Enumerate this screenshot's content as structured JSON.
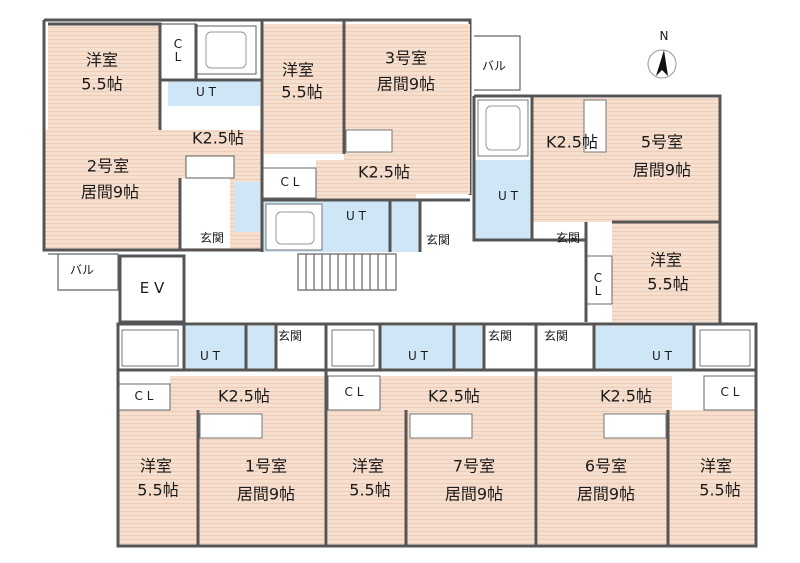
{
  "compass": {
    "north_label": "N"
  },
  "labels": {
    "w_r2": "洋室",
    "w_r2_size": "5.5帖",
    "cl_r2": "C\nL",
    "ut_r2": "U T",
    "w_r3": "洋室",
    "w_r3_size": "5.5帖",
    "r3_name": "3号室",
    "r3_living": "居間9帖",
    "bal_top": "バル",
    "k_r2": "K2.5帖",
    "r2_name": "2号室",
    "r2_living": "居間9帖",
    "cl_r3": "C L",
    "k_r3": "K2.5帖",
    "ut_r3": "U T",
    "genkan_r2": "玄関",
    "genkan_r3": "玄関",
    "genkan_r5": "玄関",
    "k_r5": "K2.5帖",
    "r5_name": "5号室",
    "r5_living": "居間9帖",
    "ut_r5": "U T",
    "w_r5": "洋室",
    "w_r5_size": "5.5帖",
    "cl_r5": "C\nL",
    "bal_left": "バル",
    "ev": "E V",
    "ut_r1": "U T",
    "genkan_r1": "玄関",
    "ut_r7": "U T",
    "genkan_r7": "玄関",
    "genkan_r6": "玄関",
    "ut_r6": "U T",
    "cl_r1": "C L",
    "k_r1": "K2.5帖",
    "cl_r7": "C L",
    "k_r7": "K2.5帖",
    "k_r6": "K2.5帖",
    "cl_r6": "C L",
    "w_r1": "洋室",
    "w_r1_size": "5.5帖",
    "r1_name": "1号室",
    "r1_living": "居間9帖",
    "w_r7": "洋室",
    "w_r7_size": "5.5帖",
    "r7_name": "7号室",
    "r7_living": "居間9帖",
    "r6_name": "6号室",
    "r6_living": "居間9帖",
    "w_r6": "洋室",
    "w_r6_size": "5.5帖"
  },
  "colors": {
    "floor_wood": "#f5dccb",
    "wet_area": "#cfe6f7",
    "wall": "#555555"
  }
}
